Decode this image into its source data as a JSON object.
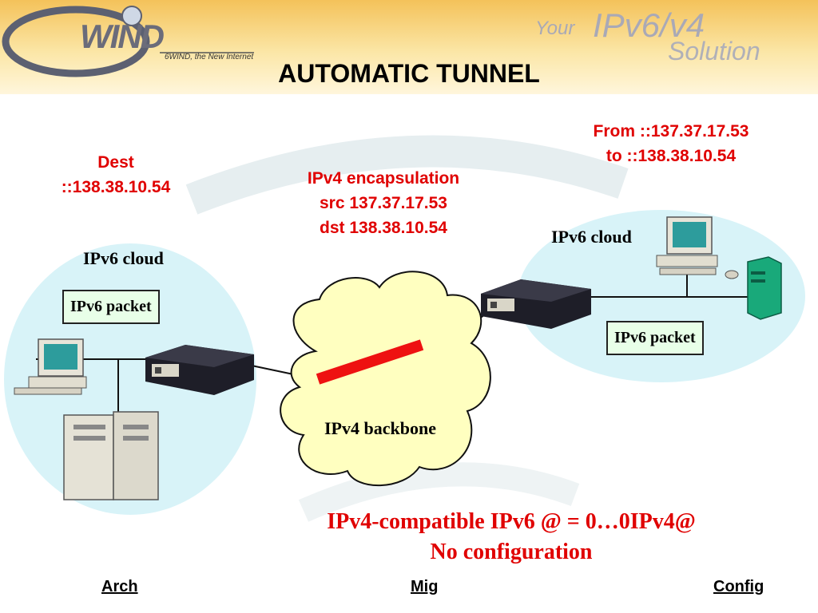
{
  "header": {
    "title": "AUTOMATIC TUNNEL",
    "logo_text": "WIND",
    "logo_tagline": "6WIND, the New Internet",
    "tagline_your": "Your",
    "tagline_ipv": "IPv6/v4",
    "tagline_solution": "Solution"
  },
  "annotations": {
    "dest_line1": "Dest",
    "dest_line2": "::138.38.10.54",
    "encap_line1": "IPv4 encapsulation",
    "encap_line2": "src 137.37.17.53",
    "encap_line3": "dst 138.38.10.54",
    "from_line1": "From ::137.37.17.53",
    "from_line2": "to ::138.38.10.54"
  },
  "left_cloud": {
    "label": "IPv6 cloud",
    "packet": "IPv6 packet"
  },
  "right_cloud": {
    "label": "IPv6 cloud",
    "packet": "IPv6 packet"
  },
  "backbone": {
    "label": "IPv4 backbone"
  },
  "bottom_note": {
    "line1": "IPv4-compatible IPv6 @ = 0…0IPv4@",
    "line2": "No configuration"
  },
  "footer": {
    "arch": "Arch",
    "mig": "Mig",
    "config": "Config"
  },
  "colors": {
    "accent_red": "#e00000",
    "cloud_fill": "#d8f3f8",
    "backbone_fill": "#ffffc0",
    "packet_fill": "#e8ffe8",
    "header_gold": "#f4c25a"
  },
  "icons": [
    "computer-icon",
    "server-icon",
    "router-icon",
    "tunnel-bar-icon",
    "wind-logo-icon"
  ]
}
